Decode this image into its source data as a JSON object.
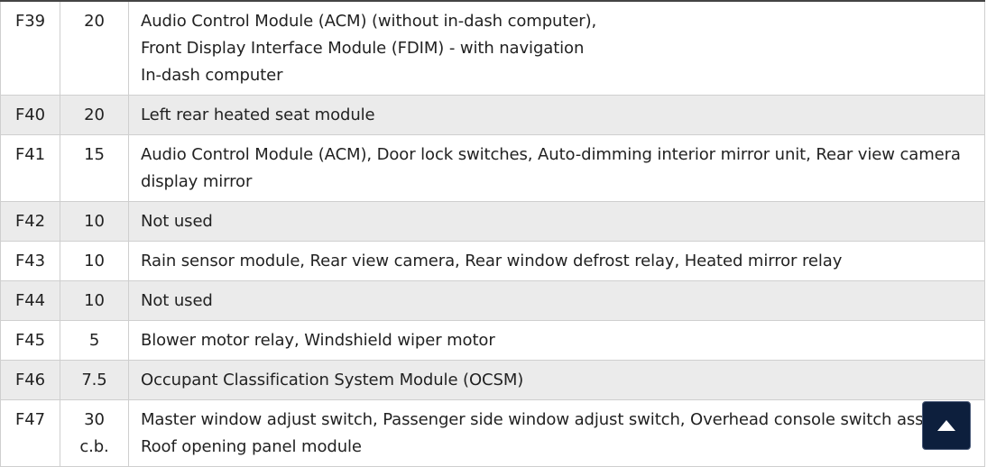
{
  "rows": [
    {
      "fuse": "F39",
      "amp": [
        "20"
      ],
      "circuit": [
        "Audio Control Module (ACM) (without in-dash computer),",
        "Front Display Interface Module (FDIM) - with navigation",
        "In-dash computer"
      ]
    },
    {
      "fuse": "F40",
      "amp": [
        "20"
      ],
      "circuit": [
        "Left rear heated seat module"
      ]
    },
    {
      "fuse": "F41",
      "amp": [
        "15"
      ],
      "circuit": [
        "Audio Control Module (ACM), Door lock switches, Auto-dimming interior mirror unit, Rear view camera display mirror"
      ]
    },
    {
      "fuse": "F42",
      "amp": [
        "10"
      ],
      "circuit": [
        "Not used"
      ]
    },
    {
      "fuse": "F43",
      "amp": [
        "10"
      ],
      "circuit": [
        "Rain sensor module, Rear view camera, Rear window defrost relay, Heated mirror relay"
      ]
    },
    {
      "fuse": "F44",
      "amp": [
        "10"
      ],
      "circuit": [
        "Not used"
      ]
    },
    {
      "fuse": "F45",
      "amp": [
        "5"
      ],
      "circuit": [
        "Blower motor relay, Windshield wiper motor"
      ]
    },
    {
      "fuse": "F46",
      "amp": [
        "7.5"
      ],
      "circuit": [
        "Occupant Classification System Module (OCSM)"
      ]
    },
    {
      "fuse": "F47",
      "amp": [
        "30",
        "c.b."
      ],
      "circuit": [
        "Master window adjust switch, Passenger side window adjust switch, Overhead console switch assemb",
        "Roof opening panel module"
      ]
    }
  ],
  "scroll_top_button": {
    "icon": "triangle-up-icon",
    "color": "#0d1f3d"
  }
}
